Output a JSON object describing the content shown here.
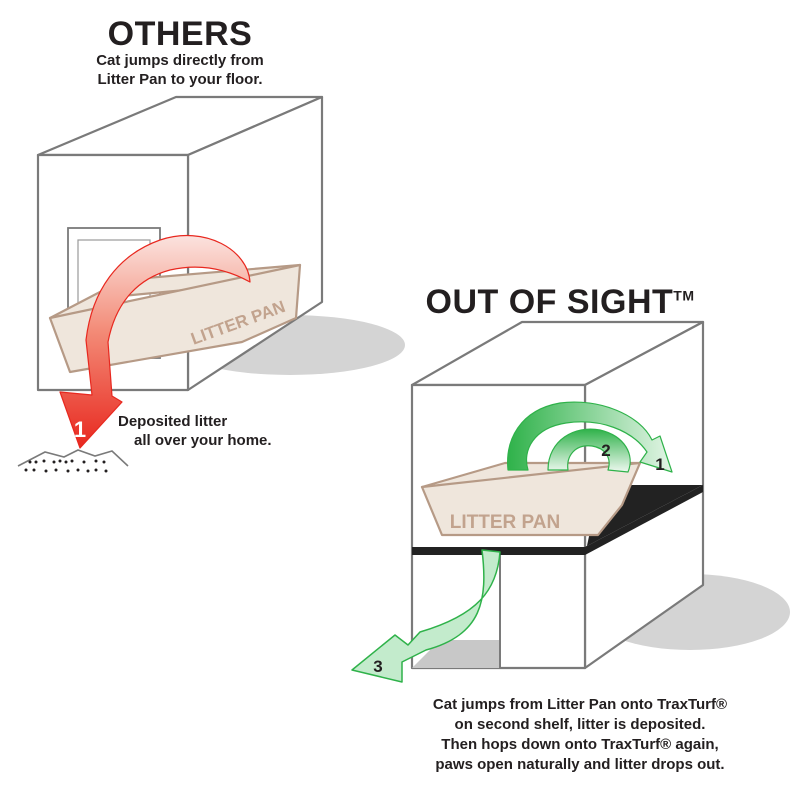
{
  "others": {
    "title": "OTHERS",
    "subtitle_line1": "Cat jumps directly from",
    "subtitle_line2": "Litter Pan to your floor.",
    "pan_label": "LITTER PAN",
    "step1": "1",
    "deposit_line1": "Deposited litter",
    "deposit_line2": "all over your home."
  },
  "out_of_sight": {
    "title": "OUT OF SIGHT",
    "trademark": "TM",
    "pan_label": "LITTER PAN",
    "step1": "1",
    "step2": "2",
    "step3": "3",
    "caption": [
      "Cat jumps from Litter Pan onto TraxTurf®",
      "on second shelf, litter is deposited.",
      "Then hops down onto TraxTurf® again,",
      "paws open naturally and litter drops out."
    ]
  },
  "colors": {
    "outline": "#7a7a7a",
    "shadow": "#d4d4d4",
    "pan_fill": "#efe6dc",
    "pan_stroke": "#b69a86",
    "pan_text": "#c2a38e",
    "red_arrow": "#e8281f",
    "green_arrow": "#2fb24a",
    "shelf": "#222222",
    "text": "#231f20"
  }
}
